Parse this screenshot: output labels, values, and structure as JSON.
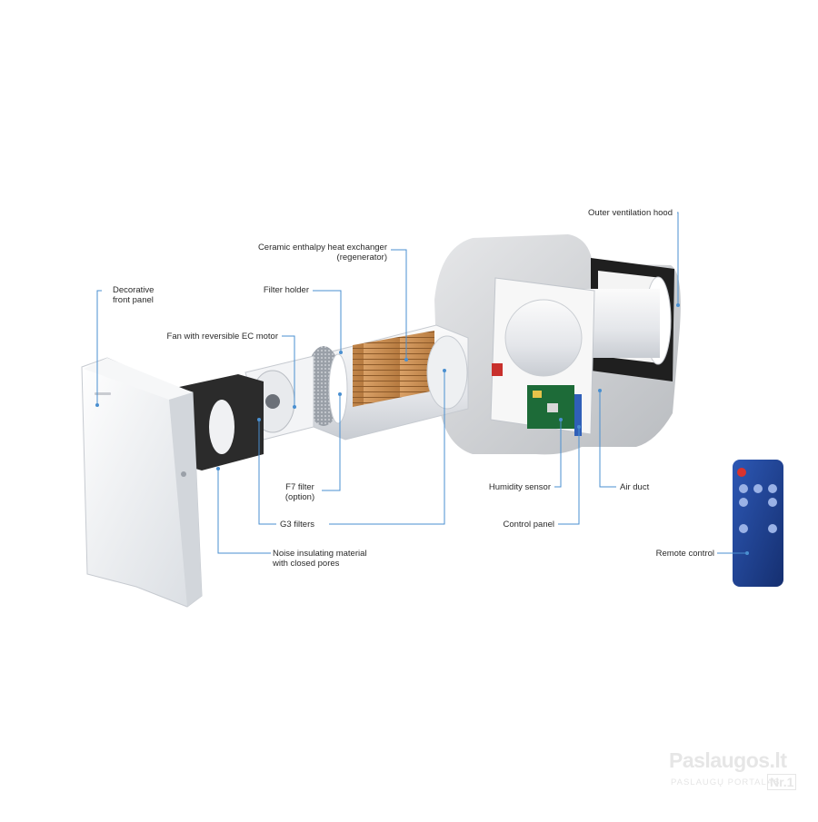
{
  "labels": {
    "outer_hood": "Outer ventilation hood",
    "heat_exchanger": [
      "Ceramic enthalpy heat exchanger",
      "(regenerator)"
    ],
    "decorative_panel": [
      "Decorative",
      "front panel"
    ],
    "filter_holder": "Filter holder",
    "fan": "Fan with reversible EC motor",
    "f7_filter": [
      "F7 filter",
      "(option)"
    ],
    "g3_filters": "G3 filters",
    "noise_material": [
      "Noise insulating material",
      "with closed pores"
    ],
    "humidity_sensor": "Humidity sensor",
    "air_duct": "Air duct",
    "control_panel": "Control panel",
    "remote_control": "Remote control"
  },
  "watermark": {
    "main": "Paslaugos.lt",
    "sub": "PASLAUGŲ PORTALAS",
    "nr": "Nr.1"
  },
  "colors": {
    "leader": "#4a8fd0",
    "remote_body": "#1d3f8f",
    "regenerator": "#c98c4e",
    "insulation": "#2a2a2a"
  }
}
